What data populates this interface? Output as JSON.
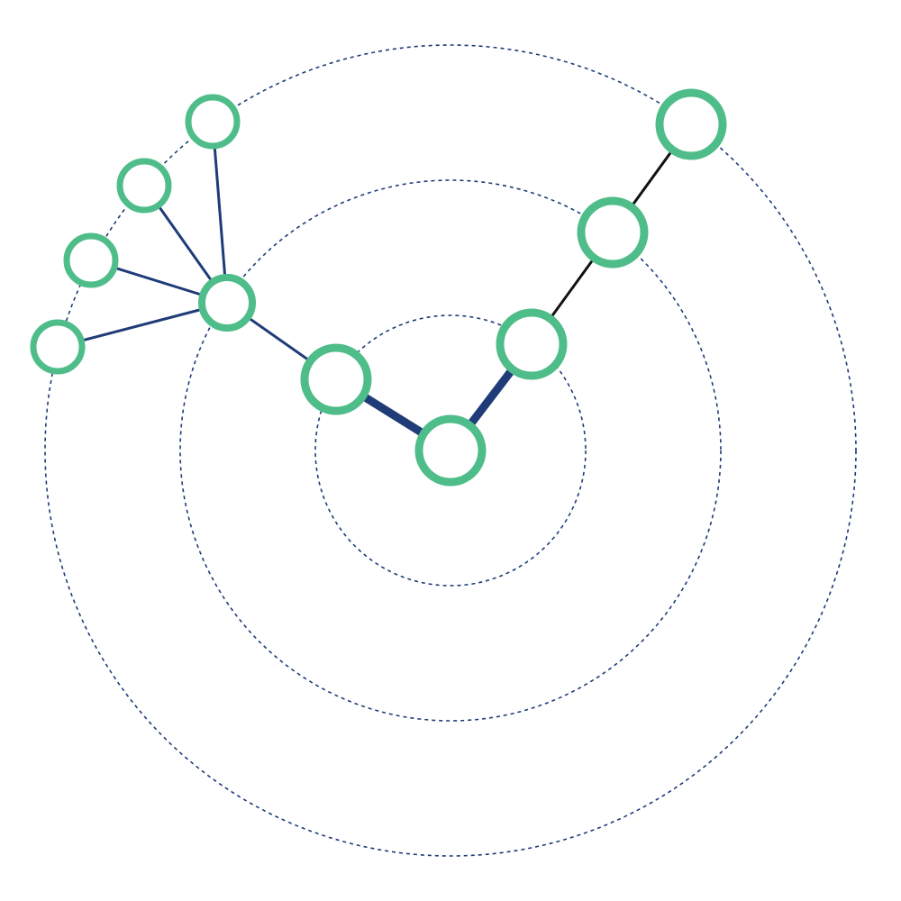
{
  "diagram": {
    "type": "radial-tree",
    "colors": {
      "background": "#ffffff",
      "node_stroke": "#4fbd89",
      "node_fill": "#ffffff",
      "ring_stroke": "#1f3c78",
      "edge_primary": "#1f3c78",
      "edge_secondary": "#111111"
    },
    "rings": [
      {
        "id": "ring-1",
        "level": 1
      },
      {
        "id": "ring-2",
        "level": 2
      },
      {
        "id": "ring-3",
        "level": 3
      }
    ],
    "nodes": [
      {
        "id": "root",
        "level": 0,
        "size": "large"
      },
      {
        "id": "left-1",
        "level": 1,
        "size": "large"
      },
      {
        "id": "right-1",
        "level": 1,
        "size": "large"
      },
      {
        "id": "left-2",
        "level": 2,
        "size": "medium"
      },
      {
        "id": "right-2",
        "level": 2,
        "size": "large"
      },
      {
        "id": "right-3",
        "level": 3,
        "size": "large"
      },
      {
        "id": "leaf-a",
        "level": 3,
        "size": "small"
      },
      {
        "id": "leaf-b",
        "level": 3,
        "size": "small"
      },
      {
        "id": "leaf-c",
        "level": 3,
        "size": "small"
      },
      {
        "id": "leaf-d",
        "level": 3,
        "size": "small"
      }
    ],
    "edges": [
      {
        "from": "root",
        "to": "left-1",
        "weight": "heavy",
        "color": "primary"
      },
      {
        "from": "root",
        "to": "right-1",
        "weight": "heavy",
        "color": "primary"
      },
      {
        "from": "left-1",
        "to": "left-2",
        "weight": "normal",
        "color": "primary"
      },
      {
        "from": "right-1",
        "to": "right-2",
        "weight": "normal",
        "color": "secondary"
      },
      {
        "from": "right-2",
        "to": "right-3",
        "weight": "normal",
        "color": "secondary"
      },
      {
        "from": "left-2",
        "to": "leaf-a",
        "weight": "normal",
        "color": "primary"
      },
      {
        "from": "left-2",
        "to": "leaf-b",
        "weight": "normal",
        "color": "primary"
      },
      {
        "from": "left-2",
        "to": "leaf-c",
        "weight": "normal",
        "color": "primary"
      },
      {
        "from": "left-2",
        "to": "leaf-d",
        "weight": "normal",
        "color": "primary"
      }
    ]
  }
}
